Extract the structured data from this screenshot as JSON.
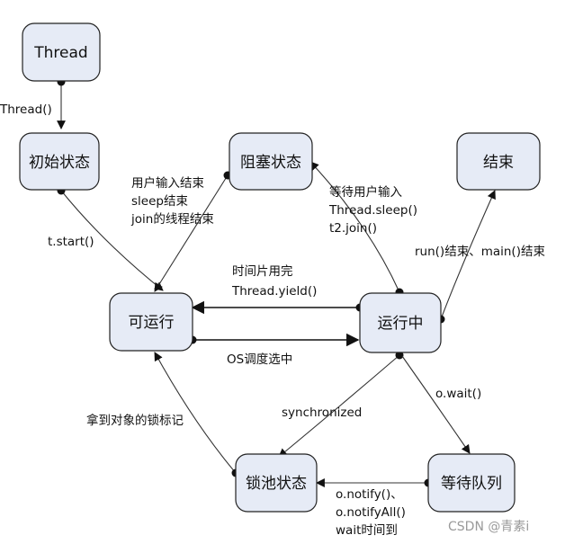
{
  "nodes": {
    "thread": "Thread",
    "initial": "初始状态",
    "blocked": "阻塞状态",
    "end": "结束",
    "runnable": "可运行",
    "running": "运行中",
    "lock_pool": "锁池状态",
    "wait_queue": "等待队列"
  },
  "edges": {
    "thread_ctor": "Thread()",
    "t_start": "t.start()",
    "blocked_to_runnable": [
      "用户输入结束",
      "sleep结束",
      "join的线程结束"
    ],
    "running_to_blocked": [
      "等待用户输入",
      "Thread.sleep()",
      "t2.join()"
    ],
    "running_to_end": "run()结束、main()结束",
    "running_to_runnable": [
      "时间片用完",
      "Thread.yield()"
    ],
    "runnable_to_running": "OS调度选中",
    "lock_to_runnable": "拿到对象的锁标记",
    "synchronized": "synchronized",
    "o_wait": "o.wait()",
    "wait_to_lock": [
      "o.notify()、",
      "o.notifyAll()",
      "wait时间到"
    ]
  },
  "watermark": "CSDN @青素i"
}
